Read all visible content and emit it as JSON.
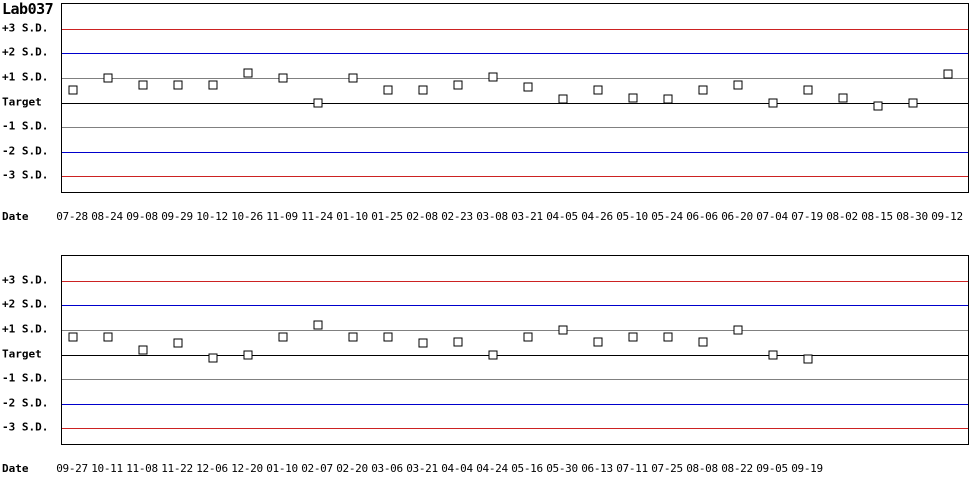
{
  "title": "Lab037",
  "axis": {
    "y_labels": [
      "+3 S.D.",
      "+2 S.D.",
      "+1 S.D.",
      "Target",
      "-1 S.D.",
      "-2 S.D.",
      "-3 S.D."
    ],
    "date_label": "Date"
  },
  "colors": {
    "sd3": "#cc2222",
    "sd2": "#0000cc",
    "sd1": "#808080",
    "target": "#000000",
    "marker_border": "#000000",
    "marker_fill": "#ffffff",
    "frame": "#000000",
    "text": "#000000"
  },
  "chart_data": [
    {
      "type": "line",
      "title": "Lab037",
      "xlabel": "Date",
      "ylabel": "S.D.",
      "ylim": [
        -3.6,
        3.6
      ],
      "grid": true,
      "legend": "none",
      "gridlines": [
        {
          "label": "+3 S.D.",
          "value": 3,
          "color": "#cc2222"
        },
        {
          "label": "+2 S.D.",
          "value": 2,
          "color": "#0000cc"
        },
        {
          "label": "+1 S.D.",
          "value": 1,
          "color": "#808080"
        },
        {
          "label": "Target",
          "value": 0,
          "color": "#000000"
        },
        {
          "label": "-1 S.D.",
          "value": -1,
          "color": "#808080"
        },
        {
          "label": "-2 S.D.",
          "value": -2,
          "color": "#0000cc"
        },
        {
          "label": "-3 S.D.",
          "value": -3,
          "color": "#cc2222"
        }
      ],
      "categories": [
        "07-28",
        "08-24",
        "09-08",
        "09-29",
        "10-12",
        "10-26",
        "11-09",
        "11-24",
        "01-10",
        "01-25",
        "02-08",
        "02-23",
        "03-08",
        "03-21",
        "04-05",
        "04-26",
        "05-10",
        "05-24",
        "06-06",
        "06-20",
        "07-04",
        "07-19",
        "08-02",
        "08-15",
        "08-30",
        "09-12"
      ],
      "values": [
        0.5,
        1.0,
        0.7,
        0.7,
        0.7,
        1.2,
        1.0,
        0.0,
        1.0,
        0.5,
        0.5,
        0.7,
        1.05,
        0.65,
        0.15,
        0.5,
        0.2,
        0.15,
        0.5,
        0.7,
        0.0,
        0.5,
        0.2,
        -0.15,
        0.0,
        1.15
      ]
    },
    {
      "type": "line",
      "title": "",
      "xlabel": "Date",
      "ylabel": "S.D.",
      "ylim": [
        -3.6,
        3.6
      ],
      "grid": true,
      "legend": "none",
      "gridlines": [
        {
          "label": "+3 S.D.",
          "value": 3,
          "color": "#cc2222"
        },
        {
          "label": "+2 S.D.",
          "value": 2,
          "color": "#0000cc"
        },
        {
          "label": "+1 S.D.",
          "value": 1,
          "color": "#808080"
        },
        {
          "label": "Target",
          "value": 0,
          "color": "#000000"
        },
        {
          "label": "-1 S.D.",
          "value": -1,
          "color": "#808080"
        },
        {
          "label": "-2 S.D.",
          "value": -2,
          "color": "#0000cc"
        },
        {
          "label": "-3 S.D.",
          "value": -3,
          "color": "#cc2222"
        }
      ],
      "categories": [
        "09-27",
        "10-11",
        "11-08",
        "11-22",
        "12-06",
        "12-20",
        "01-10",
        "02-07",
        "02-20",
        "03-06",
        "03-21",
        "04-04",
        "04-24",
        "05-16",
        "05-30",
        "06-13",
        "07-11",
        "07-25",
        "08-08",
        "08-22",
        "09-05",
        "09-19"
      ],
      "values": [
        0.7,
        0.7,
        0.2,
        0.45,
        -0.15,
        0.0,
        0.7,
        1.18,
        0.7,
        0.7,
        0.45,
        0.5,
        0.0,
        0.7,
        1.0,
        0.5,
        0.7,
        0.7,
        0.5,
        1.0,
        0.0,
        -0.2
      ]
    }
  ]
}
